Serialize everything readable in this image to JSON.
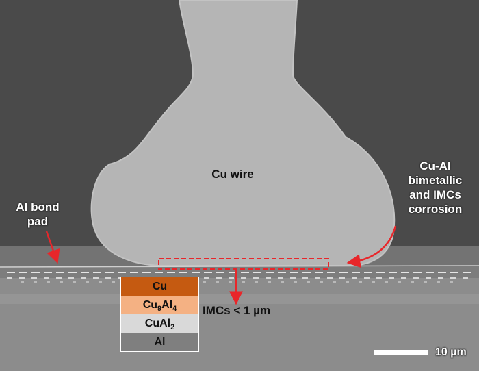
{
  "labels": {
    "cu_wire": "Cu wire",
    "al_bond_pad": [
      "Al bond",
      "pad"
    ],
    "corrosion": [
      "Cu-Al",
      "bimetallic",
      "and IMCs",
      "corrosion"
    ],
    "imcs": "IMCs < 1 µm",
    "scale_bar": "10 µm"
  },
  "legend": [
    {
      "label": "Cu",
      "color": "#c55a11"
    },
    {
      "label": "Cu9Al4",
      "base": "Cu",
      "sub1": "9",
      "mid": "Al",
      "sub2": "4",
      "color": "#f4b183"
    },
    {
      "label": "CuAl2",
      "base": "CuAl",
      "sub1": "2",
      "color": "#d9d9d9"
    },
    {
      "label": "Al",
      "color": "#7f7f7f"
    }
  ],
  "colors": {
    "annotation_red": "#e8262a",
    "wire": "#b5b5b5",
    "background": "#4a4a4a",
    "substrate": "#8a8a8a"
  }
}
